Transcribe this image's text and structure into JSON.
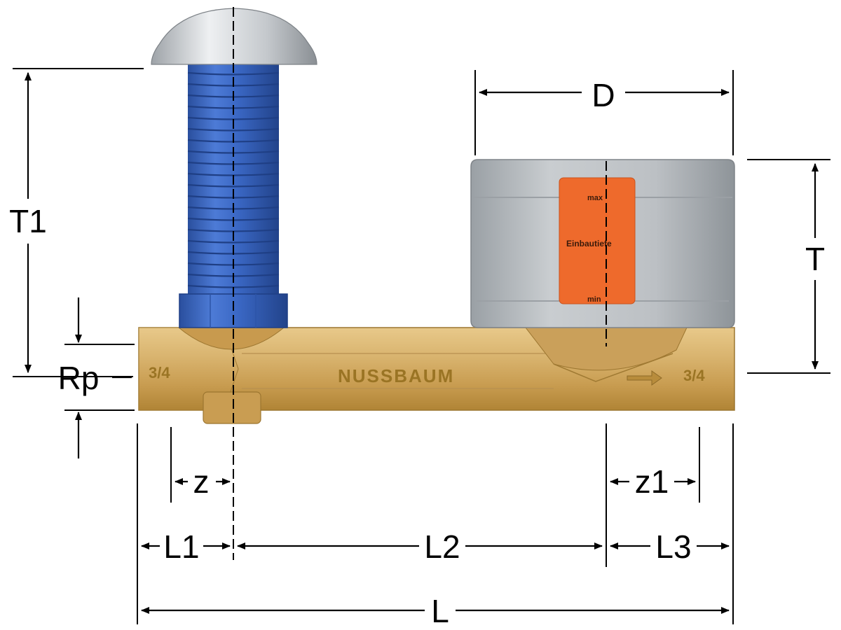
{
  "dimensions": {
    "D": "D",
    "T": "T",
    "T1": "T1",
    "Rp": "Rp",
    "z": "z",
    "z1": "z1",
    "L1": "L1",
    "L2": "L2",
    "L3": "L3",
    "L": "L"
  },
  "fitting": {
    "brand": "NUSSBAUM",
    "size_left": "3/4",
    "size_right": "3/4"
  },
  "insulation_label": {
    "max": "max",
    "depth": "Einbautiefe",
    "min": "min"
  },
  "colors": {
    "brass": "#d6b068",
    "brass_shadow": "#b38a3e",
    "blue_sleeve": "#3a67c4",
    "cap_silver": "#c8cbcf",
    "insulation_grey": "#b8bcc0",
    "label_orange": "#ee6a2c",
    "dimension_lines": "#000000"
  },
  "icons": {
    "flow_direction": "flow-arrow-icon"
  }
}
